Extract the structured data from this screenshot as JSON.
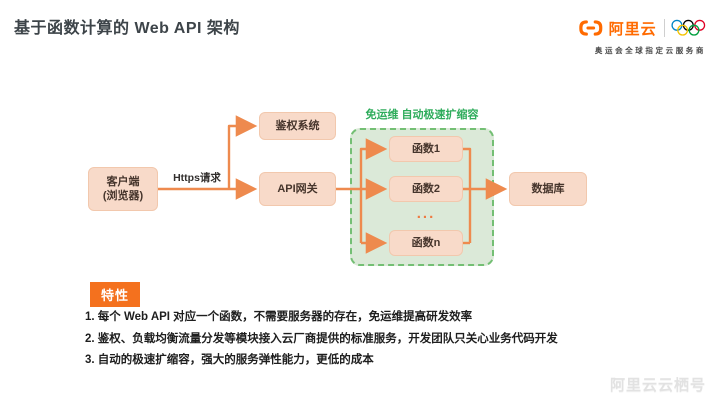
{
  "slide": {
    "title": "基于函数计算的 Web API 架构"
  },
  "header_logo": {
    "brand": "阿里云",
    "subtitle": "奥运会全球指定云服务商",
    "brand_color": "#FF6A00",
    "olympic_ring_colors": [
      "#0085C7",
      "#000000",
      "#DF0024",
      "#F4C300",
      "#009F3D"
    ]
  },
  "diagram": {
    "request_label": "Https请求",
    "group_label": "免运维 自动极速扩缩容",
    "nodes": {
      "client_line1": "客户端",
      "client_line2": "(浏览器)",
      "auth": "鉴权系统",
      "gateway": "API网关",
      "fn1": "函数1",
      "fn2": "函数2",
      "ellipsis": "...",
      "fnn": "函数n",
      "db": "数据库"
    },
    "colors": {
      "arrow": "#EE8A4E",
      "node_fill": "#F8DAC9",
      "node_border": "#F2C8AD",
      "group_fill": "#DBE9D8",
      "group_border": "#74BF74",
      "group_label_color": "#2EAC5B",
      "badge_orange": "#F4711E"
    }
  },
  "features": {
    "badge": "特性",
    "items": [
      "1. 每个 Web API 对应一个函数，不需要服务器的存在，免运维提高研发效率",
      "2. 鉴权、负载均衡流量分发等模块接入云厂商提供的标准服务，开发团队只关心业务代码开发",
      "3. 自动的极速扩缩容，强大的服务弹性能力，更低的成本"
    ]
  },
  "watermark": "阿里云云栖号"
}
